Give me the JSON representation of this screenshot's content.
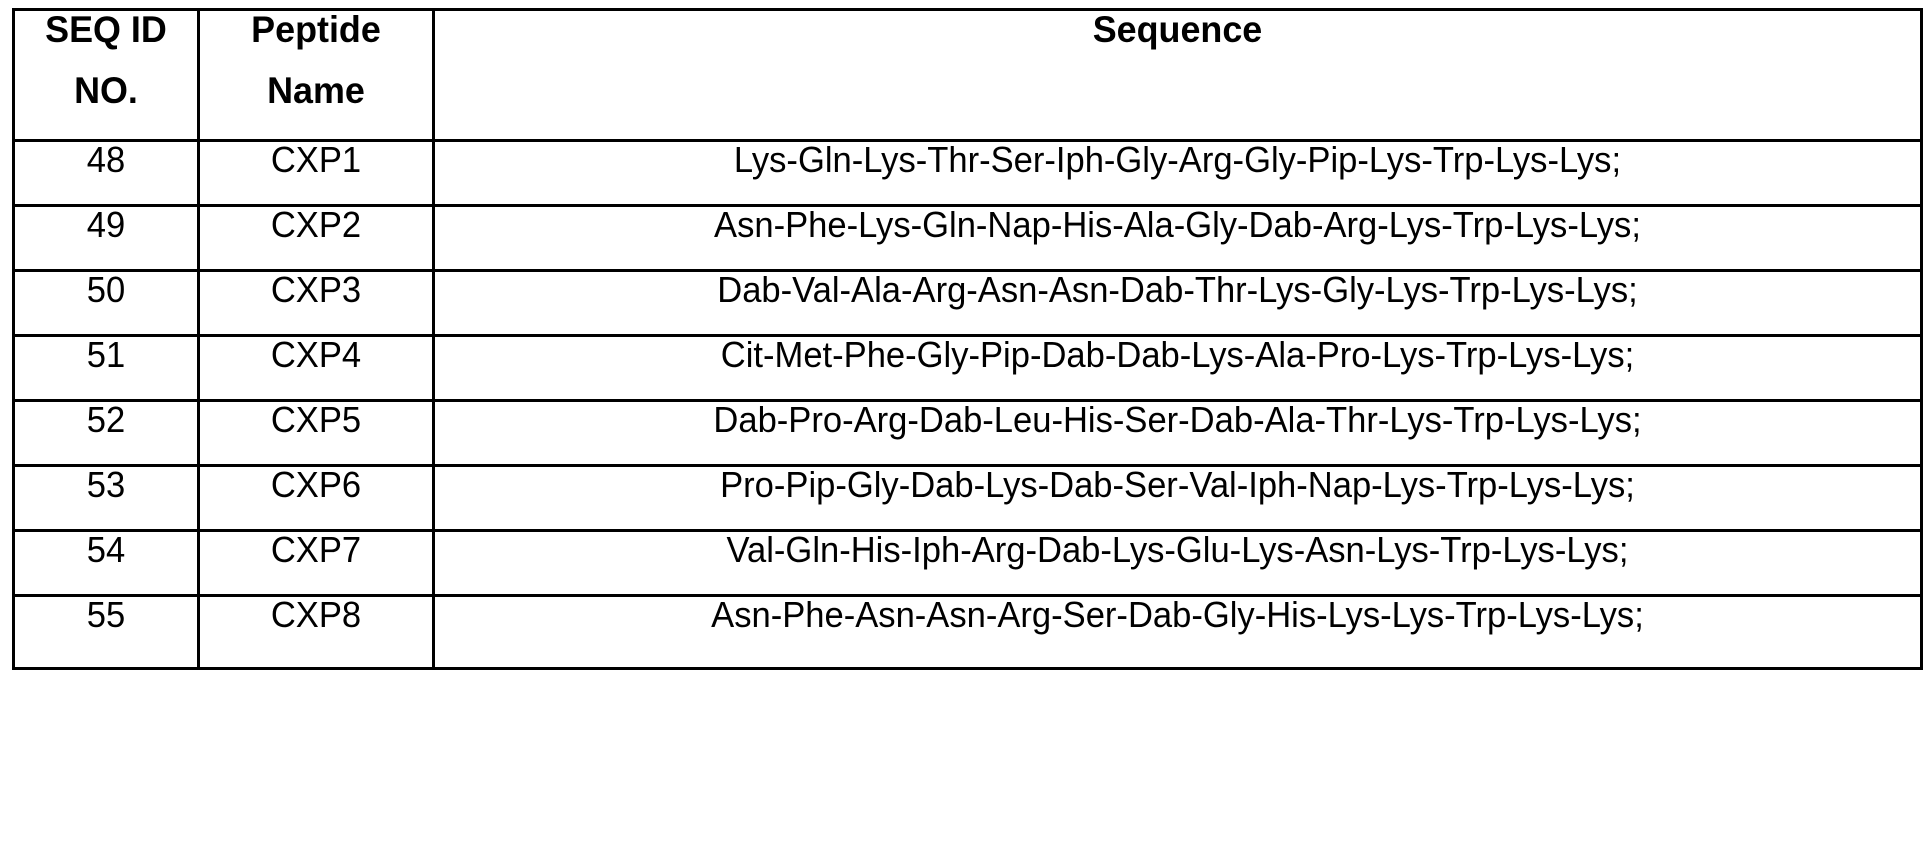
{
  "table": {
    "headers": {
      "seq_id": [
        "SEQ ID",
        "NO."
      ],
      "peptide": [
        "Peptide",
        "Name"
      ],
      "sequence": "Sequence"
    },
    "rows": [
      {
        "seq_id": "48",
        "peptide_name": "CXP1",
        "sequence": "Lys-Gln-Lys-Thr-Ser-Iph-Gly-Arg-Gly-Pip-Lys-Trp-Lys-Lys;"
      },
      {
        "seq_id": "49",
        "peptide_name": "CXP2",
        "sequence": "Asn-Phe-Lys-Gln-Nap-His-Ala-Gly-Dab-Arg-Lys-Trp-Lys-Lys;"
      },
      {
        "seq_id": "50",
        "peptide_name": "CXP3",
        "sequence": "Dab-Val-Ala-Arg-Asn-Asn-Dab-Thr-Lys-Gly-Lys-Trp-Lys-Lys;"
      },
      {
        "seq_id": "51",
        "peptide_name": "CXP4",
        "sequence": "Cit-Met-Phe-Gly-Pip-Dab-Dab-Lys-Ala-Pro-Lys-Trp-Lys-Lys;"
      },
      {
        "seq_id": "52",
        "peptide_name": "CXP5",
        "sequence": "Dab-Pro-Arg-Dab-Leu-His-Ser-Dab-Ala-Thr-Lys-Trp-Lys-Lys;"
      },
      {
        "seq_id": "53",
        "peptide_name": "CXP6",
        "sequence": "Pro-Pip-Gly-Dab-Lys-Dab-Ser-Val-Iph-Nap-Lys-Trp-Lys-Lys;"
      },
      {
        "seq_id": "54",
        "peptide_name": "CXP7",
        "sequence": "Val-Gln-His-Iph-Arg-Dab-Lys-Glu-Lys-Asn-Lys-Trp-Lys-Lys;"
      },
      {
        "seq_id": "55",
        "peptide_name": "CXP8",
        "sequence": "Asn-Phe-Asn-Asn-Arg-Ser-Dab-Gly-His-Lys-Lys-Trp-Lys-Lys;"
      }
    ]
  }
}
